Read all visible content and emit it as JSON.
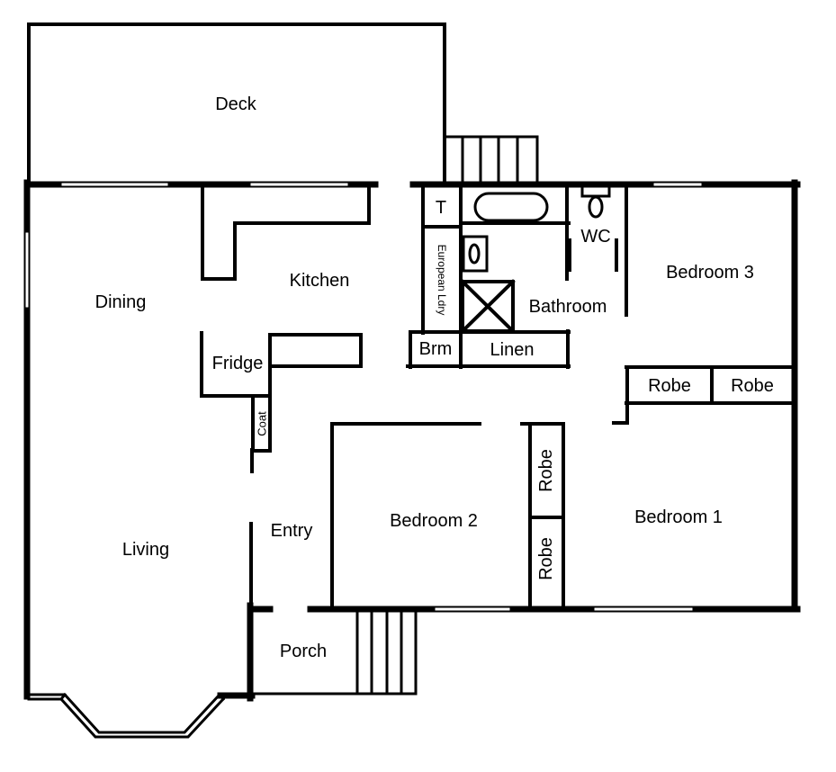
{
  "rooms": {
    "deck": "Deck",
    "dining": "Dining",
    "kitchen": "Kitchen",
    "fridge": "Fridge",
    "coat": "Coat",
    "living": "Living",
    "entry": "Entry",
    "porch": "Porch",
    "toilet_short": "T",
    "european_laundry": "European Ldry",
    "broom": "Brm",
    "linen": "Linen",
    "bathroom": "Bathroom",
    "wc": "WC",
    "bedroom3": "Bedroom 3",
    "robe_b3_left": "Robe",
    "robe_b3_right": "Robe",
    "bedroom2": "Bedroom 2",
    "robe_b1_top": "Robe",
    "robe_b1_bottom": "Robe",
    "bedroom1": "Bedroom 1"
  }
}
